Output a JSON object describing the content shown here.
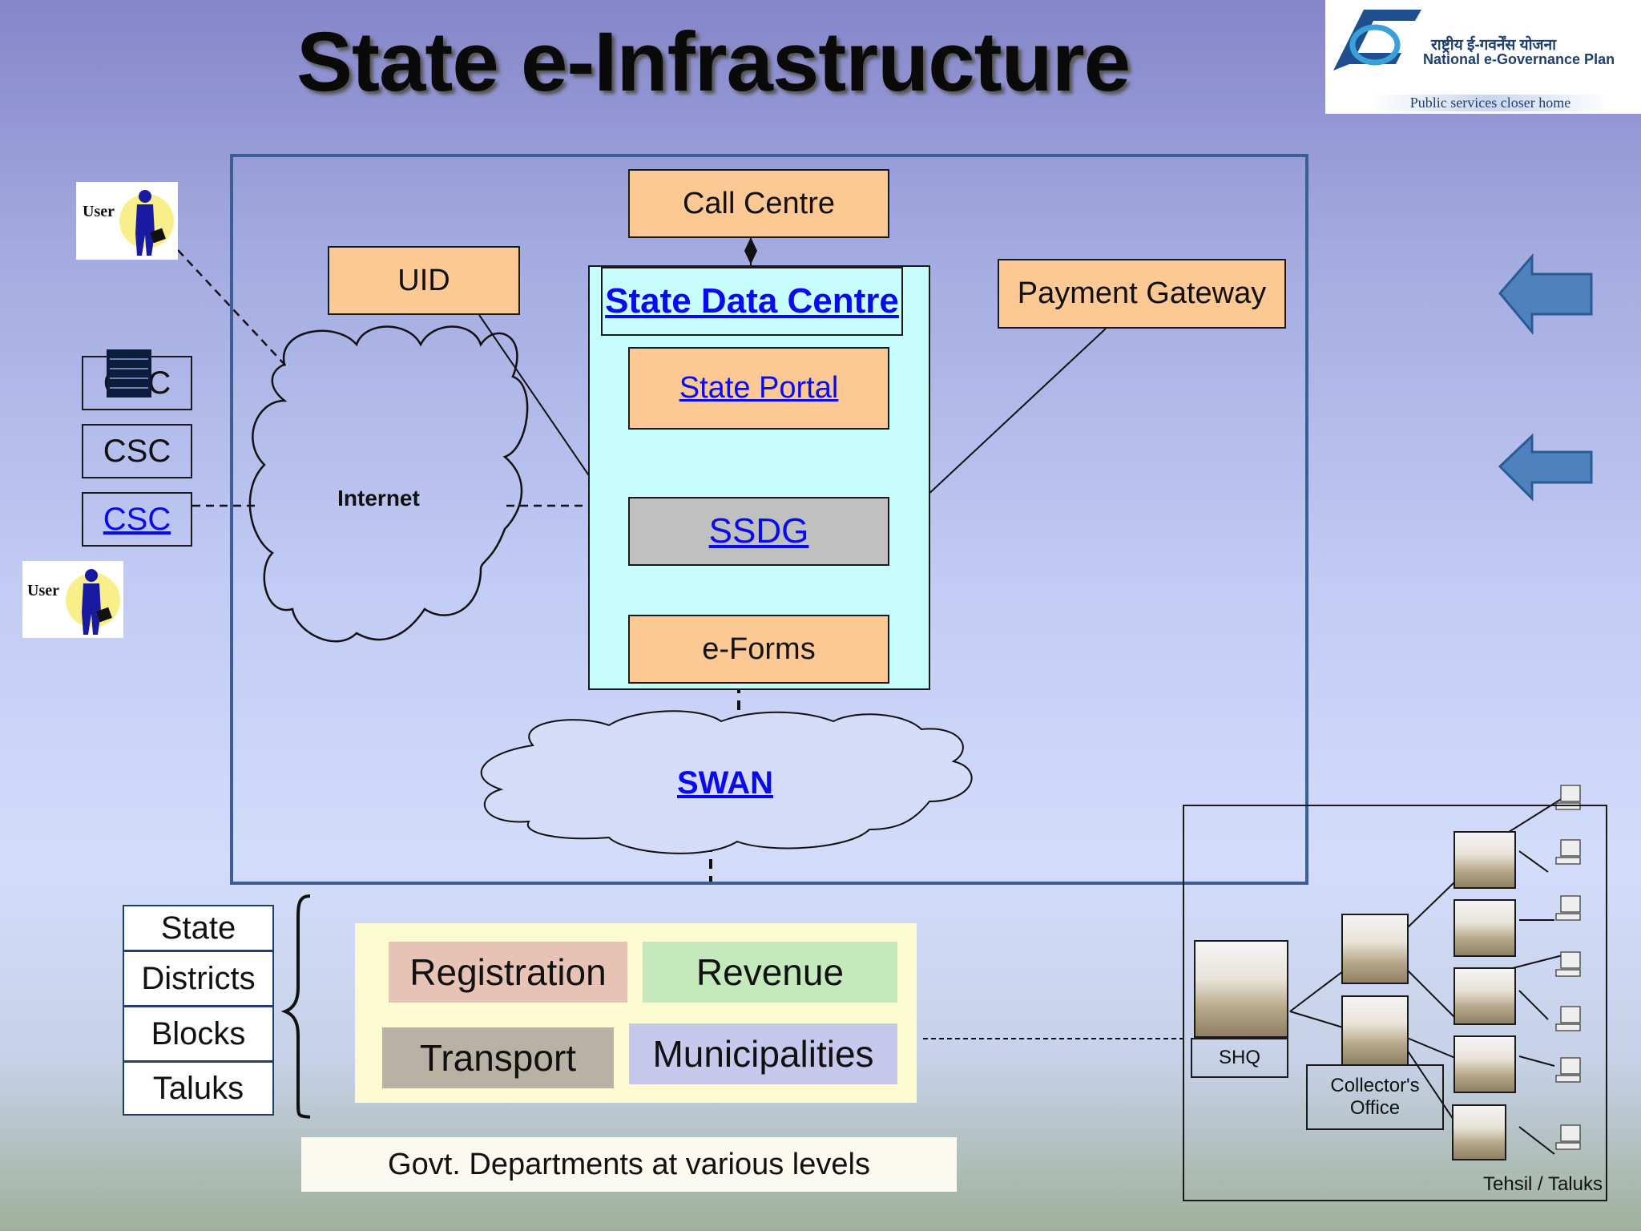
{
  "title": "State e-Infrastructure",
  "logo": {
    "hindi": "राष्ट्रीय ई-गवर्नेंस योजना",
    "english": "National e-Governance Plan",
    "tagline": "Public services closer home"
  },
  "infra": {
    "call_centre": "Call Centre",
    "uid": "UID",
    "state_data_centre": "State Data Centre",
    "state_portal": "State Portal",
    "ssdg": "SSDG",
    "eforms": "e-Forms",
    "payment_gateway": "Payment Gateway",
    "internet": "Internet",
    "swan": "SWAN"
  },
  "access": {
    "user_label": "User",
    "csc": [
      "CSC",
      "CSC",
      "CSC"
    ]
  },
  "levels": [
    "State",
    "Districts",
    "Blocks",
    "Taluks"
  ],
  "departments": {
    "registration": "Registration",
    "revenue": "Revenue",
    "transport": "Transport",
    "municipalities": "Municipalities"
  },
  "caption": "Govt. Departments at various levels",
  "network": {
    "shq": "SHQ",
    "collector": "Collector's Office",
    "tehsil": "Tehsil / Taluks"
  },
  "colors": {
    "box_orange": "#fcc894",
    "ssdg_gray": "#c0c0c0",
    "datacentre_cyan": "#c7fdfd",
    "frame_blue": "#3b5e94",
    "arrow_blue": "#4f81bd",
    "registration": "#e6c3b4",
    "revenue": "#c4e9bc",
    "transport": "#b8b2a4",
    "municipalities": "#c6c8ec"
  }
}
